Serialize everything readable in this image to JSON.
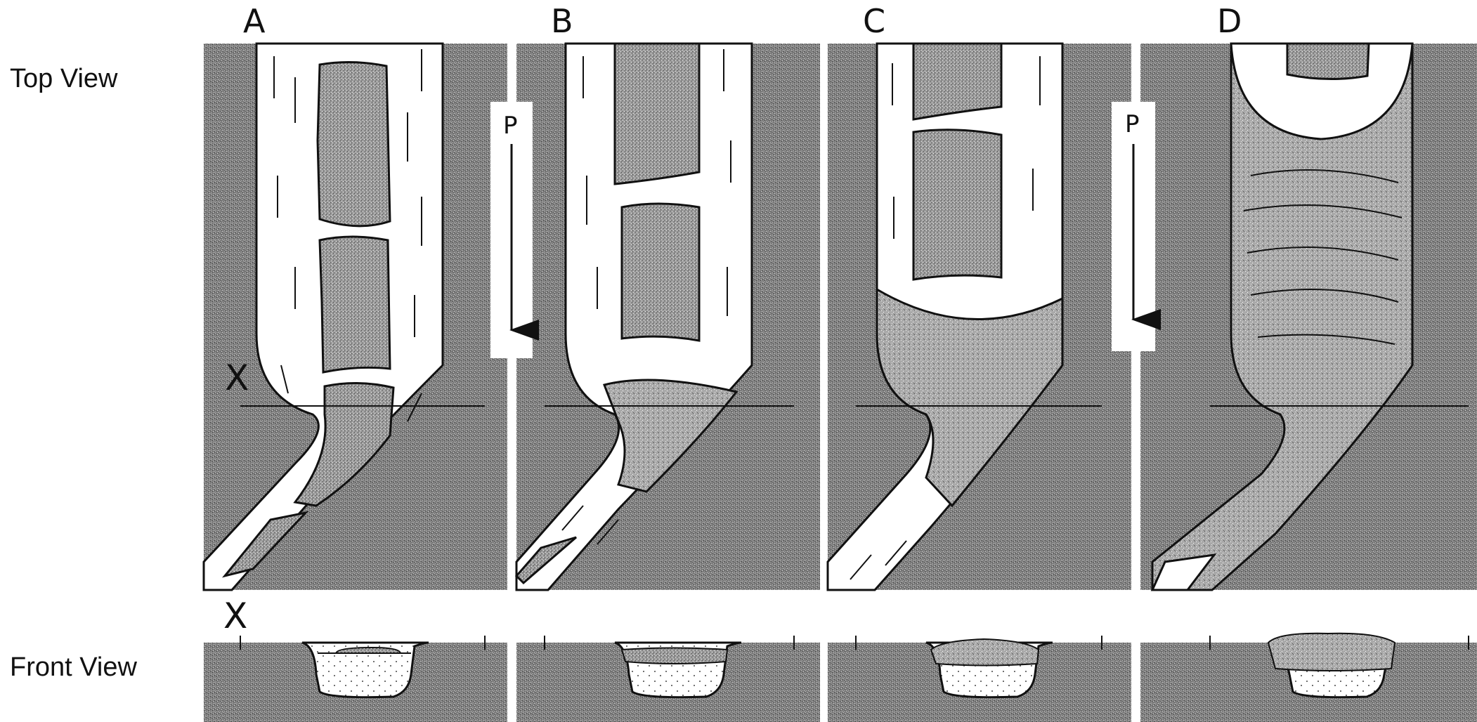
{
  "labels": {
    "top_view": "Top View",
    "front_view": "Front View",
    "section_mark_top": "X",
    "section_mark_bottom": "X",
    "flow_arrow_letter": "P"
  },
  "panels": [
    {
      "letter": "A"
    },
    {
      "letter": "B"
    },
    {
      "letter": "C"
    },
    {
      "letter": "D"
    }
  ],
  "colors": {
    "ground": "#8a8a8a",
    "ice_floe": "#9a9a9a",
    "ice_jam": "#a6a6a6",
    "water": "#ffffff",
    "outline": "#111111"
  }
}
